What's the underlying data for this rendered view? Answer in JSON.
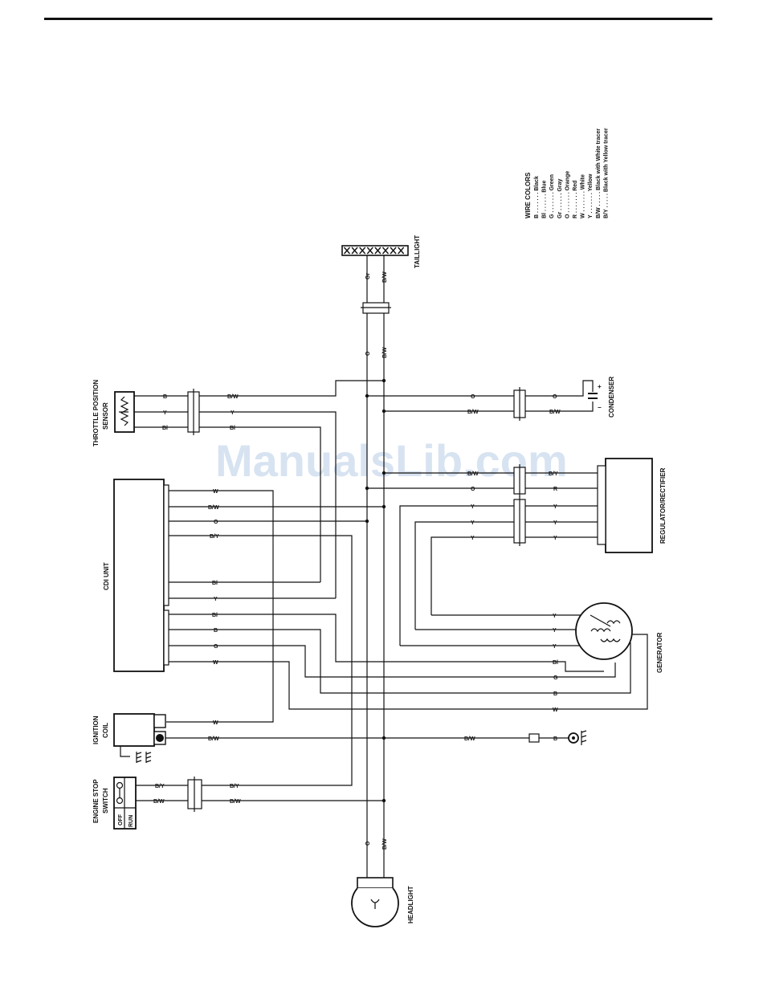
{
  "watermark": "ManualsLib.com",
  "components": {
    "taillight": "TAILLIGHT",
    "tps_line1": "THROTTLE POSITION",
    "tps_line2": "SENSOR",
    "condenser": "CONDENSER",
    "cdi": "CDI UNIT",
    "regulator": "REGULATOR/RECTIFIER",
    "generator": "GENERATOR",
    "ignition_line1": "IGNITION",
    "ignition_line2": "COIL",
    "stop_line1": "ENGINE STOP",
    "stop_line2": "SWITCH",
    "headlight": "HEADLIGHT",
    "switch_off": "OFF",
    "switch_run": "RUN"
  },
  "legend": {
    "title": "WIRE COLORS",
    "entries": [
      "B . . . . . . . Black",
      "Bl . . . . . . Blue",
      "G . . . . . . . Green",
      "Gr . . . . . . Gray",
      "O . . . . . . . Orange",
      "R . . . . . . . Red",
      "W . . . . . . . White",
      "Y . . . . . . . Yellow",
      "B/W . . . . . Black with White tracer",
      "B/Y . . . . . Black with Yellow tracer"
    ]
  },
  "wire_labels": {
    "Gr": "Gr",
    "BW": "B/W",
    "O": "O",
    "B": "B",
    "Y": "Y",
    "Bl": "Bl",
    "W": "W",
    "BY": "B/Y",
    "R": "R",
    "G": "G",
    "plus": "+",
    "minus": "−"
  }
}
